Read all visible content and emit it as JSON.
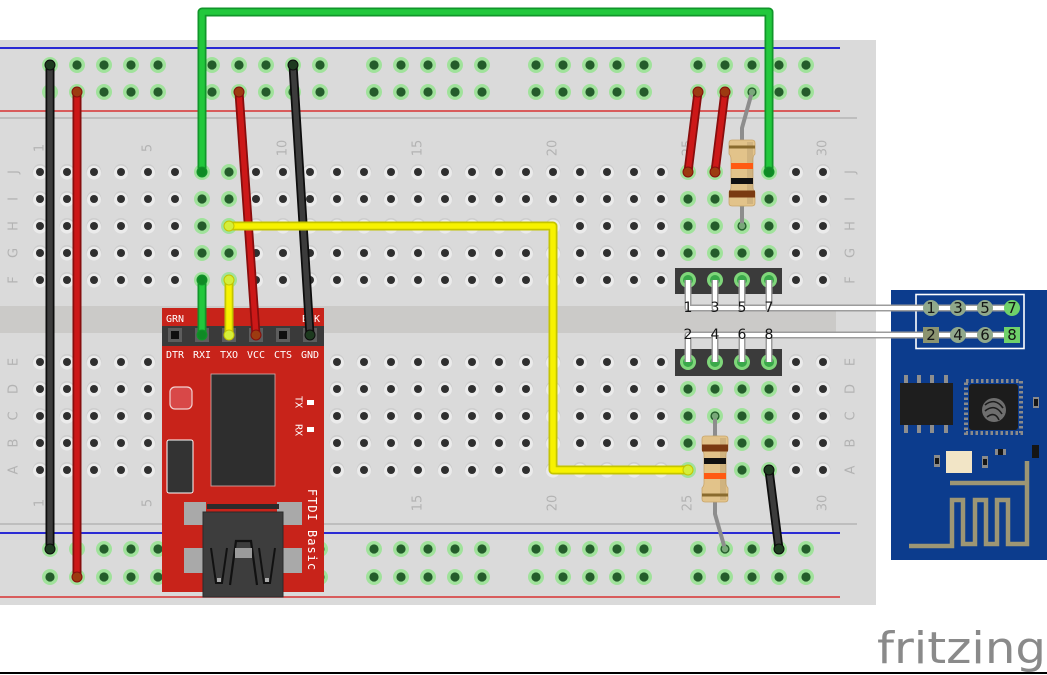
{
  "watermark": "fritzing",
  "breadboard": {
    "column_count": 30,
    "rows_top": [
      "J",
      "I",
      "H",
      "G",
      "F"
    ],
    "rows_bottom": [
      "E",
      "D",
      "C",
      "B",
      "A"
    ],
    "column_labels": [
      "1",
      "5",
      "10",
      "15",
      "20",
      "25",
      "30"
    ],
    "rail_holes": 25,
    "rails": [
      "TN",
      "TP",
      "BN",
      "BP"
    ],
    "connected_rails": [
      "TN",
      "TP",
      "BN",
      "BP"
    ],
    "connected_columns_top": [
      7,
      8,
      25,
      26,
      27,
      28
    ],
    "connected_columns_bottom": [
      25,
      26,
      27,
      28
    ],
    "colors": {
      "board": "#dadada",
      "channel": "#cbcac8",
      "rail_negative": "#2b2bd4",
      "rail_positive": "#d83232",
      "divider": "#b5b5b5",
      "hole": "#ebebeb",
      "hole_shadow": "#cdcdcd",
      "hole_center": "#2f2f2f",
      "hole_connected": "#a0e29b",
      "hole_connected_center": "#245c2b"
    }
  },
  "ftdi": {
    "title": "FTDI Basic",
    "label_top_left": "GRN",
    "label_top_right": "BLK",
    "pins": [
      "DTR",
      "RXI",
      "TXO",
      "VCC",
      "CTS",
      "GND"
    ],
    "led_labels": [
      "TX",
      "RX"
    ],
    "color": "#c8231a"
  },
  "esp01": {
    "color": "#0c3c8d",
    "pins_top": [
      {
        "label": "1",
        "hole": "F25",
        "square": false,
        "highlight": false
      },
      {
        "label": "3",
        "hole": "F26",
        "square": false,
        "highlight": false
      },
      {
        "label": "5",
        "hole": "F27",
        "square": false,
        "highlight": false
      },
      {
        "label": "7",
        "hole": "F28",
        "square": false,
        "highlight": true
      }
    ],
    "pins_bottom": [
      {
        "label": "2",
        "hole": "E25",
        "square": true,
        "highlight": false
      },
      {
        "label": "4",
        "hole": "E26",
        "square": false,
        "highlight": false
      },
      {
        "label": "6",
        "hole": "E27",
        "square": false,
        "highlight": false
      },
      {
        "label": "8",
        "hole": "E28",
        "square": true,
        "highlight": true
      }
    ]
  },
  "wire_colors": {
    "black": {
      "outer": "#0d0d0d",
      "inner": "#3c3c3c",
      "end": "#1d3a1f"
    },
    "red": {
      "outer": "#870d0d",
      "inner": "#cc1818",
      "end": "#9c3b10"
    },
    "green": {
      "outer": "#11962a",
      "inner": "#22c83c",
      "end": "#0f8a25"
    },
    "yellow": {
      "outer": "#c4c400",
      "inner": "#f7f200",
      "end": "#d4ee3a"
    }
  },
  "wires": [
    {
      "id": "rail-gnd-left",
      "color": "black",
      "route": [
        "TN1",
        "BN1"
      ]
    },
    {
      "id": "rail-vcc-left",
      "color": "red",
      "route": [
        "TP2",
        "BP2"
      ]
    },
    {
      "id": "ftdi-vcc",
      "color": "red",
      "route": [
        "TP7",
        "FTDI:VCC"
      ]
    },
    {
      "id": "ftdi-gnd",
      "color": "black",
      "route": [
        "TN9",
        "FTDI:GND"
      ]
    },
    {
      "id": "ftdi-rxi",
      "color": "green",
      "route": [
        "F7",
        "FTDI:RXI"
      ]
    },
    {
      "id": "ftdi-txo",
      "color": "yellow",
      "route": [
        "F8",
        "FTDI:TXO"
      ]
    },
    {
      "id": "rxi-to-esp",
      "color": "green",
      "route": [
        "J7",
        "above:7",
        "above:28",
        "J28"
      ]
    },
    {
      "id": "txo-to-esp",
      "color": "yellow",
      "route": [
        "H8",
        "H20",
        "A20",
        "A25"
      ]
    },
    {
      "id": "esp-vcc-1",
      "color": "red",
      "route": [
        "J25",
        "TP21"
      ]
    },
    {
      "id": "esp-vcc-2",
      "color": "red",
      "route": [
        "J26",
        "TP22"
      ]
    },
    {
      "id": "esp-gnd",
      "color": "black",
      "route": [
        "A28",
        "BN24"
      ]
    }
  ],
  "resistors": [
    {
      "id": "top",
      "route": [
        "H27",
        "TP23"
      ],
      "bands": [
        "#7a3a12",
        "#111111",
        "#ff5a12",
        "#8a6b2e"
      ]
    },
    {
      "id": "bottom",
      "route": [
        "C26",
        "BN22"
      ],
      "bands": [
        "#7a3a12",
        "#111111",
        "#ff5a12",
        "#8a6b2e"
      ]
    }
  ]
}
